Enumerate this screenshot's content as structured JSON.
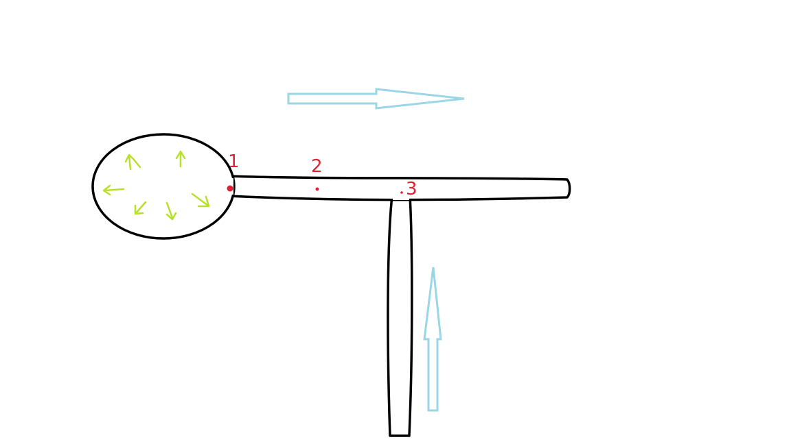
{
  "diagram": {
    "colors": {
      "outline": "#000000",
      "point_marker": "#e02030",
      "flow_arrow": "#9ad6e6",
      "swirl_arrow": "#b8e02a",
      "background": "#ffffff"
    },
    "points": [
      {
        "label": "1"
      },
      {
        "label": "2"
      },
      {
        "label": "3"
      }
    ],
    "icons": {
      "main_flow": "arrow-right-icon",
      "side_flow": "arrow-up-icon",
      "swirl": "swirl-arrow-icon"
    }
  }
}
